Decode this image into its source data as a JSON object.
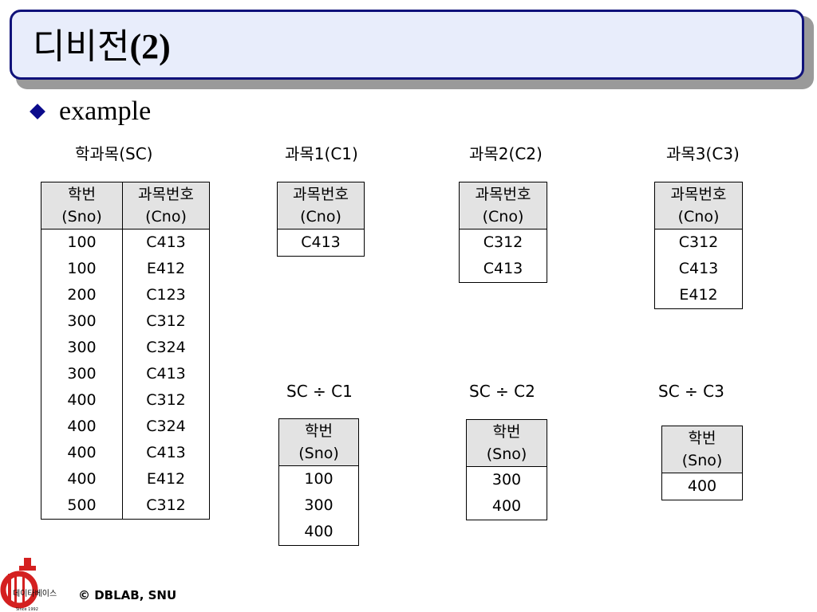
{
  "slide": {
    "title_ko": "디비전",
    "title_num": "(2)",
    "bullet_text": "example"
  },
  "sc": {
    "caption": "학과목(SC)",
    "headers": [
      [
        "학번",
        "(Sno)"
      ],
      [
        "과목번호",
        "(Cno)"
      ]
    ],
    "rows": [
      [
        "100",
        "C413"
      ],
      [
        "100",
        "E412"
      ],
      [
        "200",
        "C123"
      ],
      [
        "300",
        "C312"
      ],
      [
        "300",
        "C324"
      ],
      [
        "300",
        "C413"
      ],
      [
        "400",
        "C312"
      ],
      [
        "400",
        "C324"
      ],
      [
        "400",
        "C413"
      ],
      [
        "400",
        "E412"
      ],
      [
        "500",
        "C312"
      ]
    ]
  },
  "c1": {
    "caption": "과목1(C1)",
    "header": [
      "과목번호",
      "(Cno)"
    ],
    "rows": [
      "C413"
    ]
  },
  "c2": {
    "caption": "과목2(C2)",
    "header": [
      "과목번호",
      "(Cno)"
    ],
    "rows": [
      "C312",
      "C413"
    ]
  },
  "c3": {
    "caption": "과목3(C3)",
    "header": [
      "과목번호",
      "(Cno)"
    ],
    "rows": [
      "C312",
      "C413",
      "E412"
    ]
  },
  "r1": {
    "caption": "SC ÷ C1",
    "header": [
      "학번",
      "(Sno)"
    ],
    "rows": [
      "100",
      "300",
      "400"
    ]
  },
  "r2": {
    "caption": "SC ÷ C2",
    "header": [
      "학번",
      "(Sno)"
    ],
    "rows": [
      "300",
      "400"
    ]
  },
  "r3": {
    "caption": "SC ÷ C3",
    "header": [
      "학번",
      "(Sno)"
    ],
    "rows": [
      "400"
    ]
  },
  "footer": {
    "copyright": "© DBLAB, SNU",
    "logo_text": "데이타베이스",
    "logo_since": "Since 1992"
  },
  "colors": {
    "title_border": "#10127a",
    "title_fill": "#e8edfb",
    "bullet": "#0b0b8c",
    "header_fill": "#e3e3e3",
    "logo_red": "#d42020"
  }
}
